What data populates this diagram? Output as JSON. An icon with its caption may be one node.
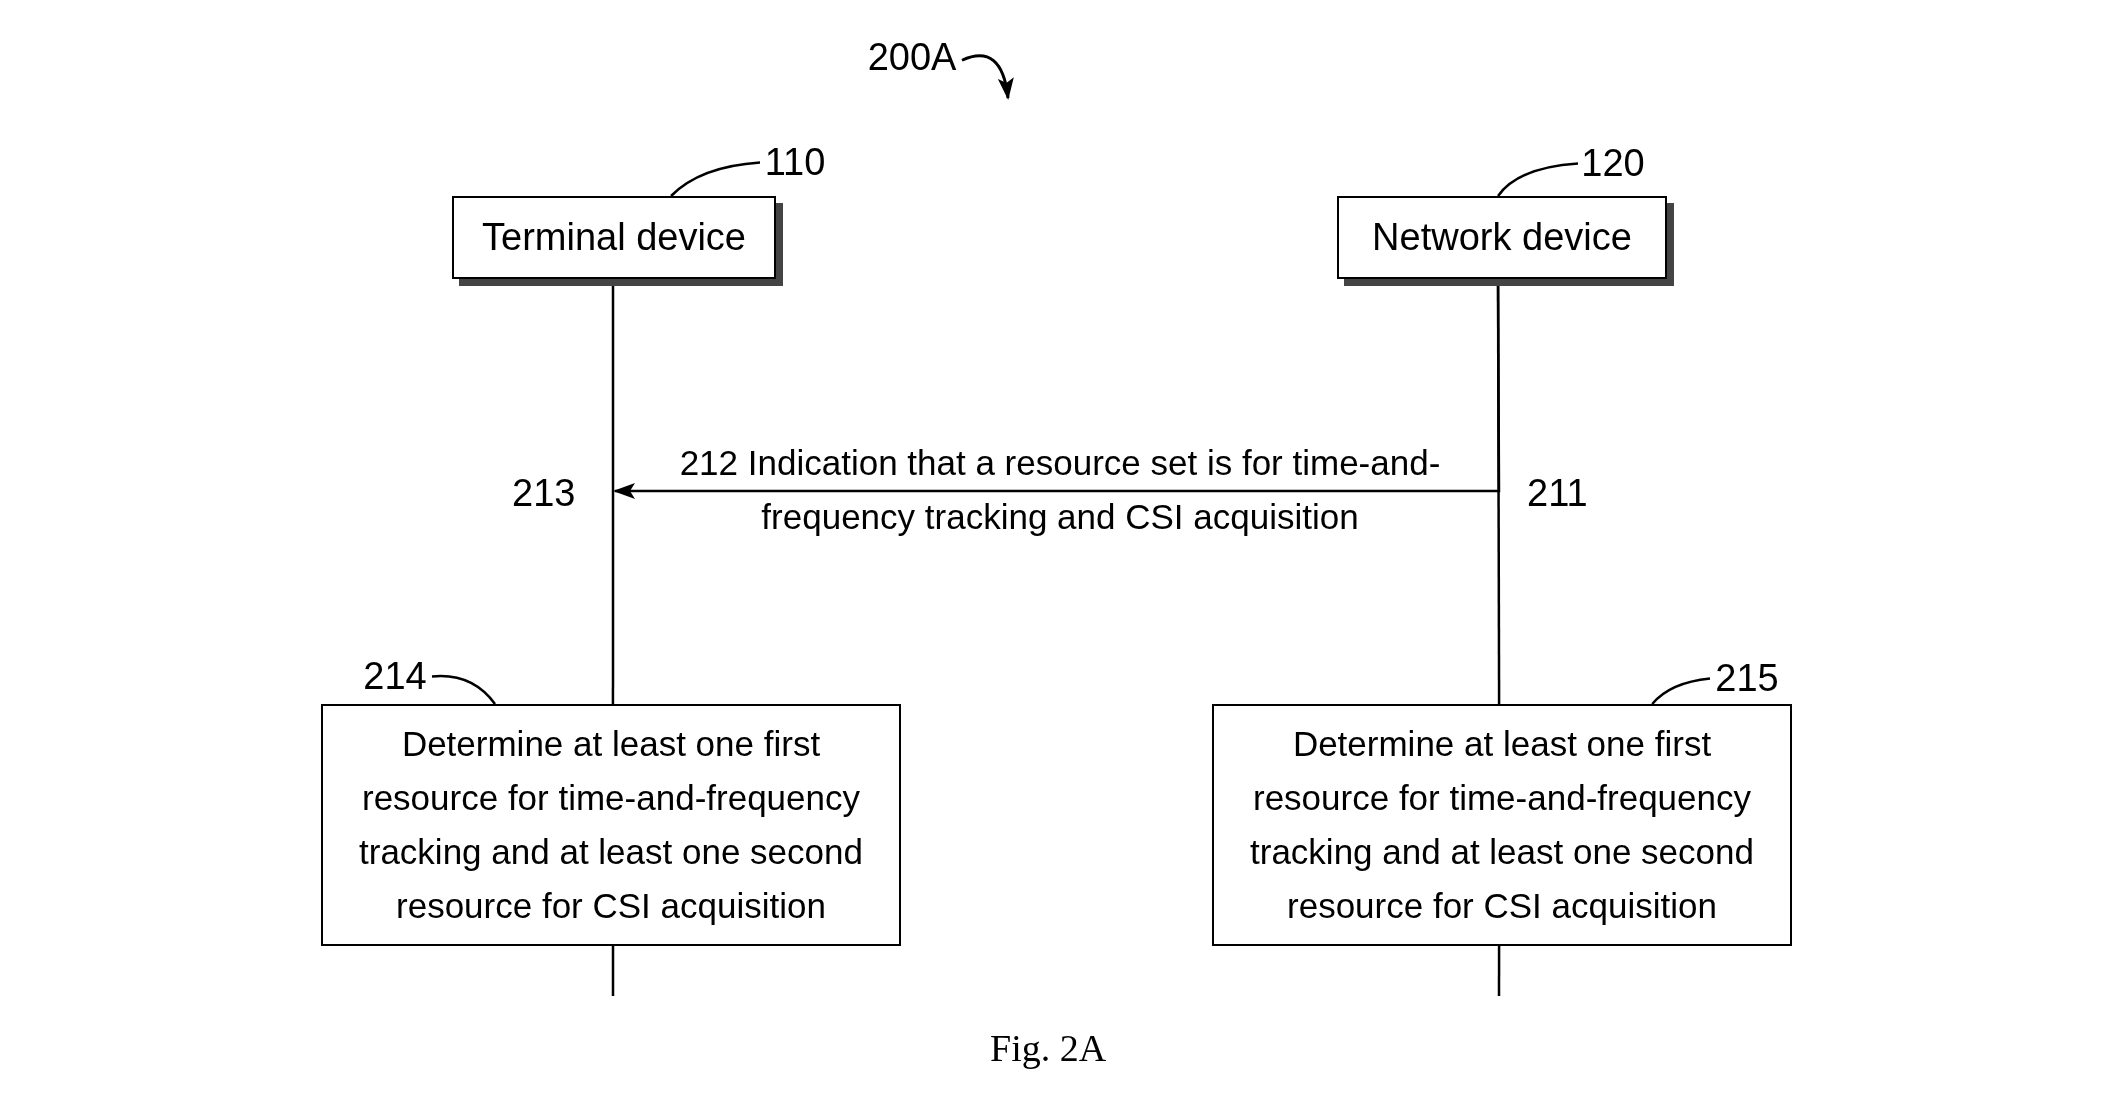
{
  "diagram": {
    "caption": "Fig. 2A",
    "nodes": [
      {
        "text": [
          "200A"
        ]
      },
      {
        "text": [
          "110"
        ]
      },
      {
        "text": [
          "Terminal device"
        ]
      },
      {
        "text": [
          "120"
        ]
      },
      {
        "text": [
          "Network device"
        ]
      },
      {
        "text": [
          "214"
        ]
      },
      {
        "text": [
          "Determine at least one first resource for time-and-frequency tracking and at least one second resource for CSI acquisition"
        ]
      },
      {
        "text": [
          "215"
        ]
      },
      {
        "text": [
          "Determine at least one first resource for time-and-frequency tracking and at least one second resource for CSI acquisition"
        ]
      }
    ],
    "edges": [
      {
        "from": 0,
        "to": null,
        "arrow": "to"
      },
      {
        "from": 1,
        "to": 2,
        "arrow": "none"
      },
      {
        "from": 3,
        "to": 4,
        "arrow": "none"
      },
      {
        "from": 2,
        "to": 6,
        "arrow": "none"
      },
      {
        "from": 4,
        "to": 8,
        "arrow": "none"
      },
      {
        "from": 4,
        "to": null,
        "arrow": "to",
        "label": "212 Indication that a resource set is for time-and-frequency tracking and CSI acquisition"
      },
      {
        "from": 5,
        "to": 6,
        "arrow": "none"
      },
      {
        "from": 7,
        "to": 8,
        "arrow": "none"
      },
      {
        "from": 6,
        "to": null,
        "arrow": "none"
      },
      {
        "from": 8,
        "to": null,
        "arrow": "none"
      }
    ],
    "labels": [
      "213",
      "211"
    ]
  }
}
